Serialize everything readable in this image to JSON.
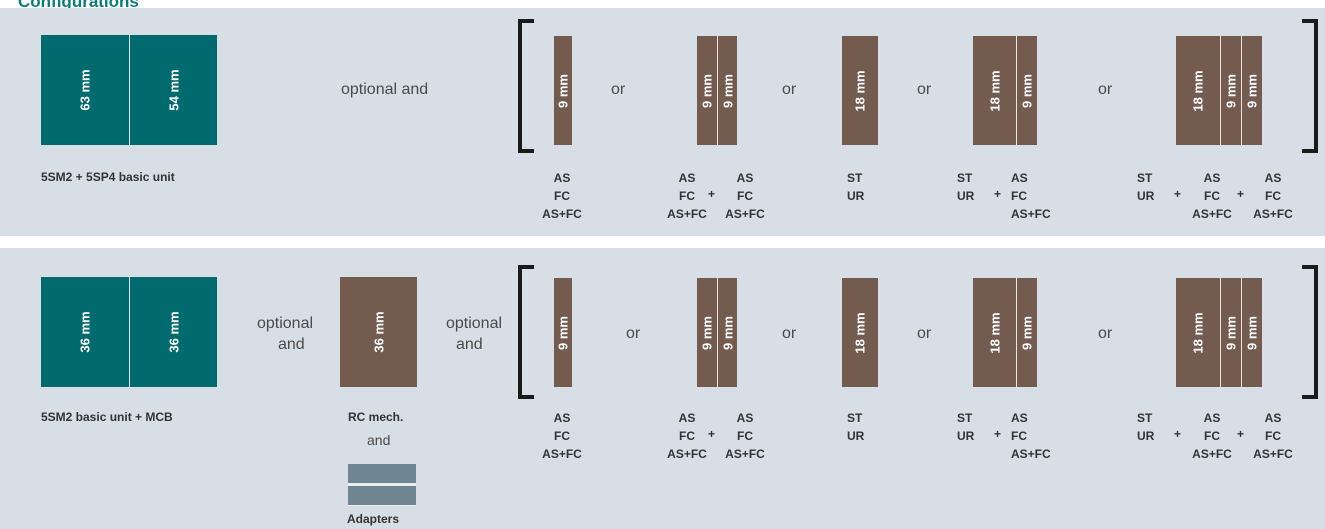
{
  "title": "Configurations",
  "colors": {
    "teal": "#006a6f",
    "brown": "#735b50",
    "panel": "#d7dee5",
    "title": "#0f7a7a"
  },
  "panel1": {
    "basic_widths": [
      "63 mm",
      "54 mm"
    ],
    "basic_caption": "5SM2 + 5SP4 basic unit",
    "optional_and": "optional and",
    "options": [
      {
        "widths": [
          "9 mm"
        ],
        "labels": [
          "AS\nFC\nAS+FC"
        ]
      },
      {
        "widths": [
          "9 mm",
          "9 mm"
        ],
        "labels": [
          "AS\nFC\nAS+FC",
          "AS\nFC\nAS+FC"
        ]
      },
      {
        "widths": [
          "18 mm"
        ],
        "labels": [
          "ST\nUR"
        ]
      },
      {
        "widths": [
          "18 mm",
          "9 mm"
        ],
        "labels": [
          "ST\nUR",
          "AS\nFC\nAS+FC"
        ]
      },
      {
        "widths": [
          "18 mm",
          "9 mm",
          "9 mm"
        ],
        "labels": [
          "ST\nUR",
          "AS\nFC\nAS+FC",
          "AS\nFC\nAS+FC"
        ]
      }
    ],
    "or": "or",
    "plus": "+"
  },
  "panel2": {
    "basic_widths": [
      "36 mm",
      "36 mm"
    ],
    "basic_caption": "5SM2 basic unit + MCB",
    "optional_and_lines": [
      "optional",
      "and"
    ],
    "rc_width": "36 mm",
    "rc_caption": "RC mech.",
    "and": "and",
    "adapters_caption": "Adapters",
    "options": [
      {
        "widths": [
          "9 mm"
        ],
        "labels": [
          "AS\nFC\nAS+FC"
        ]
      },
      {
        "widths": [
          "9 mm",
          "9 mm"
        ],
        "labels": [
          "AS\nFC\nAS+FC",
          "AS\nFC\nAS+FC"
        ]
      },
      {
        "widths": [
          "18 mm"
        ],
        "labels": [
          "ST\nUR"
        ]
      },
      {
        "widths": [
          "18 mm",
          "9 mm"
        ],
        "labels": [
          "ST\nUR",
          "AS\nFC\nAS+FC"
        ]
      },
      {
        "widths": [
          "18 mm",
          "9 mm",
          "9 mm"
        ],
        "labels": [
          "ST\nUR",
          "AS\nFC\nAS+FC",
          "AS\nFC\nAS+FC"
        ]
      }
    ],
    "or": "or",
    "plus": "+"
  }
}
